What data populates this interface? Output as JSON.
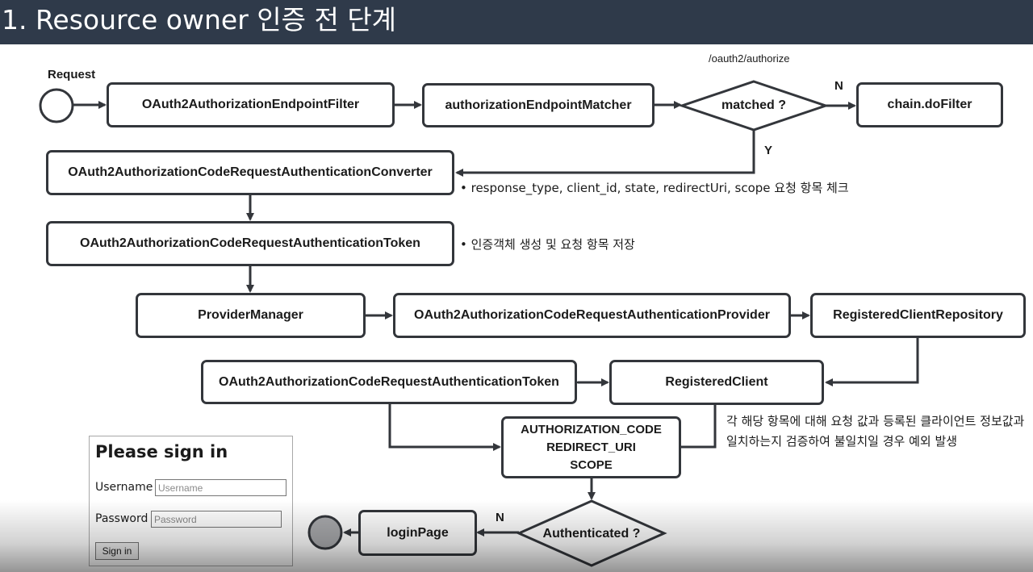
{
  "slide_title": "1. Resource owner 인증 전 단계",
  "labels": {
    "request": "Request",
    "endpoint_path": "/oauth2/authorize",
    "no_1": "N",
    "yes_1": "Y",
    "no_2": "N"
  },
  "nodes": {
    "endpoint_filter": "OAuth2AuthorizationEndpointFilter",
    "endpoint_matcher": "authorizationEndpointMatcher",
    "matched": "matched ?",
    "do_filter": "chain.doFilter",
    "converter": "OAuth2AuthorizationCodeRequestAuthenticationConverter",
    "token_1": "OAuth2AuthorizationCodeRequestAuthenticationToken",
    "provider_manager": "ProviderManager",
    "provider": "OAuth2AuthorizationCodeRequestAuthenticationProvider",
    "client_repo": "RegisteredClientRepository",
    "token_2": "OAuth2AuthorizationCodeRequestAuthenticationToken",
    "registered_client": "RegisteredClient",
    "check_items": [
      "AUTHORIZATION_CODE",
      "REDIRECT_URI",
      "SCOPE"
    ],
    "authenticated": "Authenticated ?",
    "login_page": "loginPage"
  },
  "notes": {
    "converter": "•  response_type, client_id, state, redirectUri, scope 요청 항목 체크",
    "token": "•  인증객체 생성 및 요청 항목 저장",
    "validate": "각 해당 항목에 대해 요청 값과 등록된 클라이언트 정보값과 일치하는지 검증하여 불일치일 경우 예외 발생"
  },
  "login_form": {
    "heading": "Please sign in",
    "username_label": "Username",
    "username_placeholder": "Username",
    "password_label": "Password",
    "password_placeholder": "Password",
    "submit_label": "Sign in"
  },
  "colors": {
    "title_bar": "#2f3a4a",
    "stroke": "#33363b",
    "end_circle_fill": "#a9aaad"
  }
}
